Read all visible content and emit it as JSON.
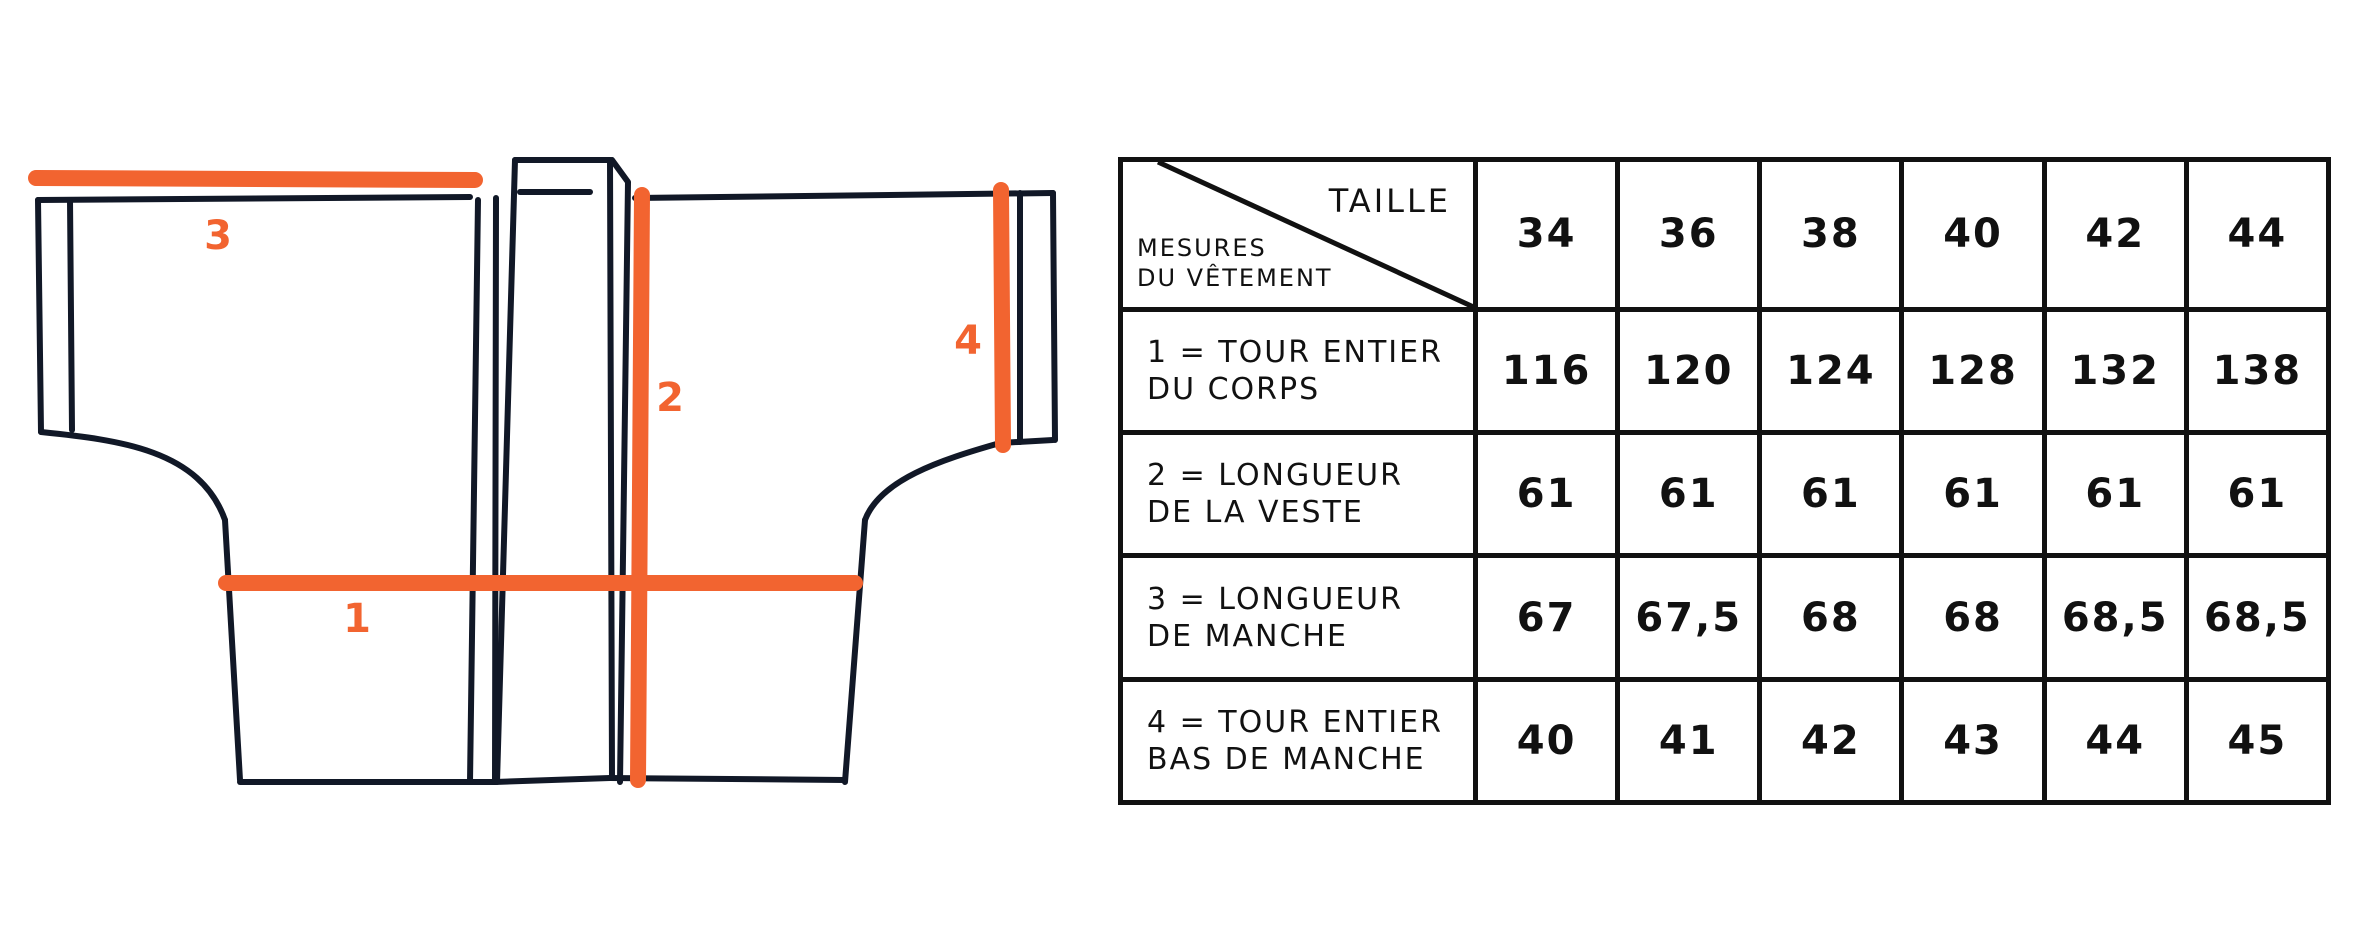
{
  "diagram": {
    "accent_color": "#F26430",
    "ink_color": "#111827",
    "measure_labels": [
      "1",
      "2",
      "3",
      "4"
    ]
  },
  "table": {
    "corner_top": "TAILLE",
    "corner_bottom": [
      "MESURES",
      "DU VÊTEMENT"
    ],
    "sizes": [
      "34",
      "36",
      "38",
      "40",
      "42",
      "44"
    ],
    "rows": [
      {
        "label": [
          "1 = TOUR ENTIER",
          "DU CORPS"
        ],
        "values": [
          "116",
          "120",
          "124",
          "128",
          "132",
          "138"
        ]
      },
      {
        "label": [
          "2 = LONGUEUR",
          "DE LA VESTE"
        ],
        "values": [
          "61",
          "61",
          "61",
          "61",
          "61",
          "61"
        ]
      },
      {
        "label": [
          "3 = LONGUEUR",
          "DE MANCHE"
        ],
        "values": [
          "67",
          "67,5",
          "68",
          "68",
          "68,5",
          "68,5"
        ]
      },
      {
        "label": [
          "4 = TOUR ENTIER",
          "BAS DE MANCHE"
        ],
        "values": [
          "40",
          "41",
          "42",
          "43",
          "44",
          "45"
        ]
      }
    ]
  }
}
